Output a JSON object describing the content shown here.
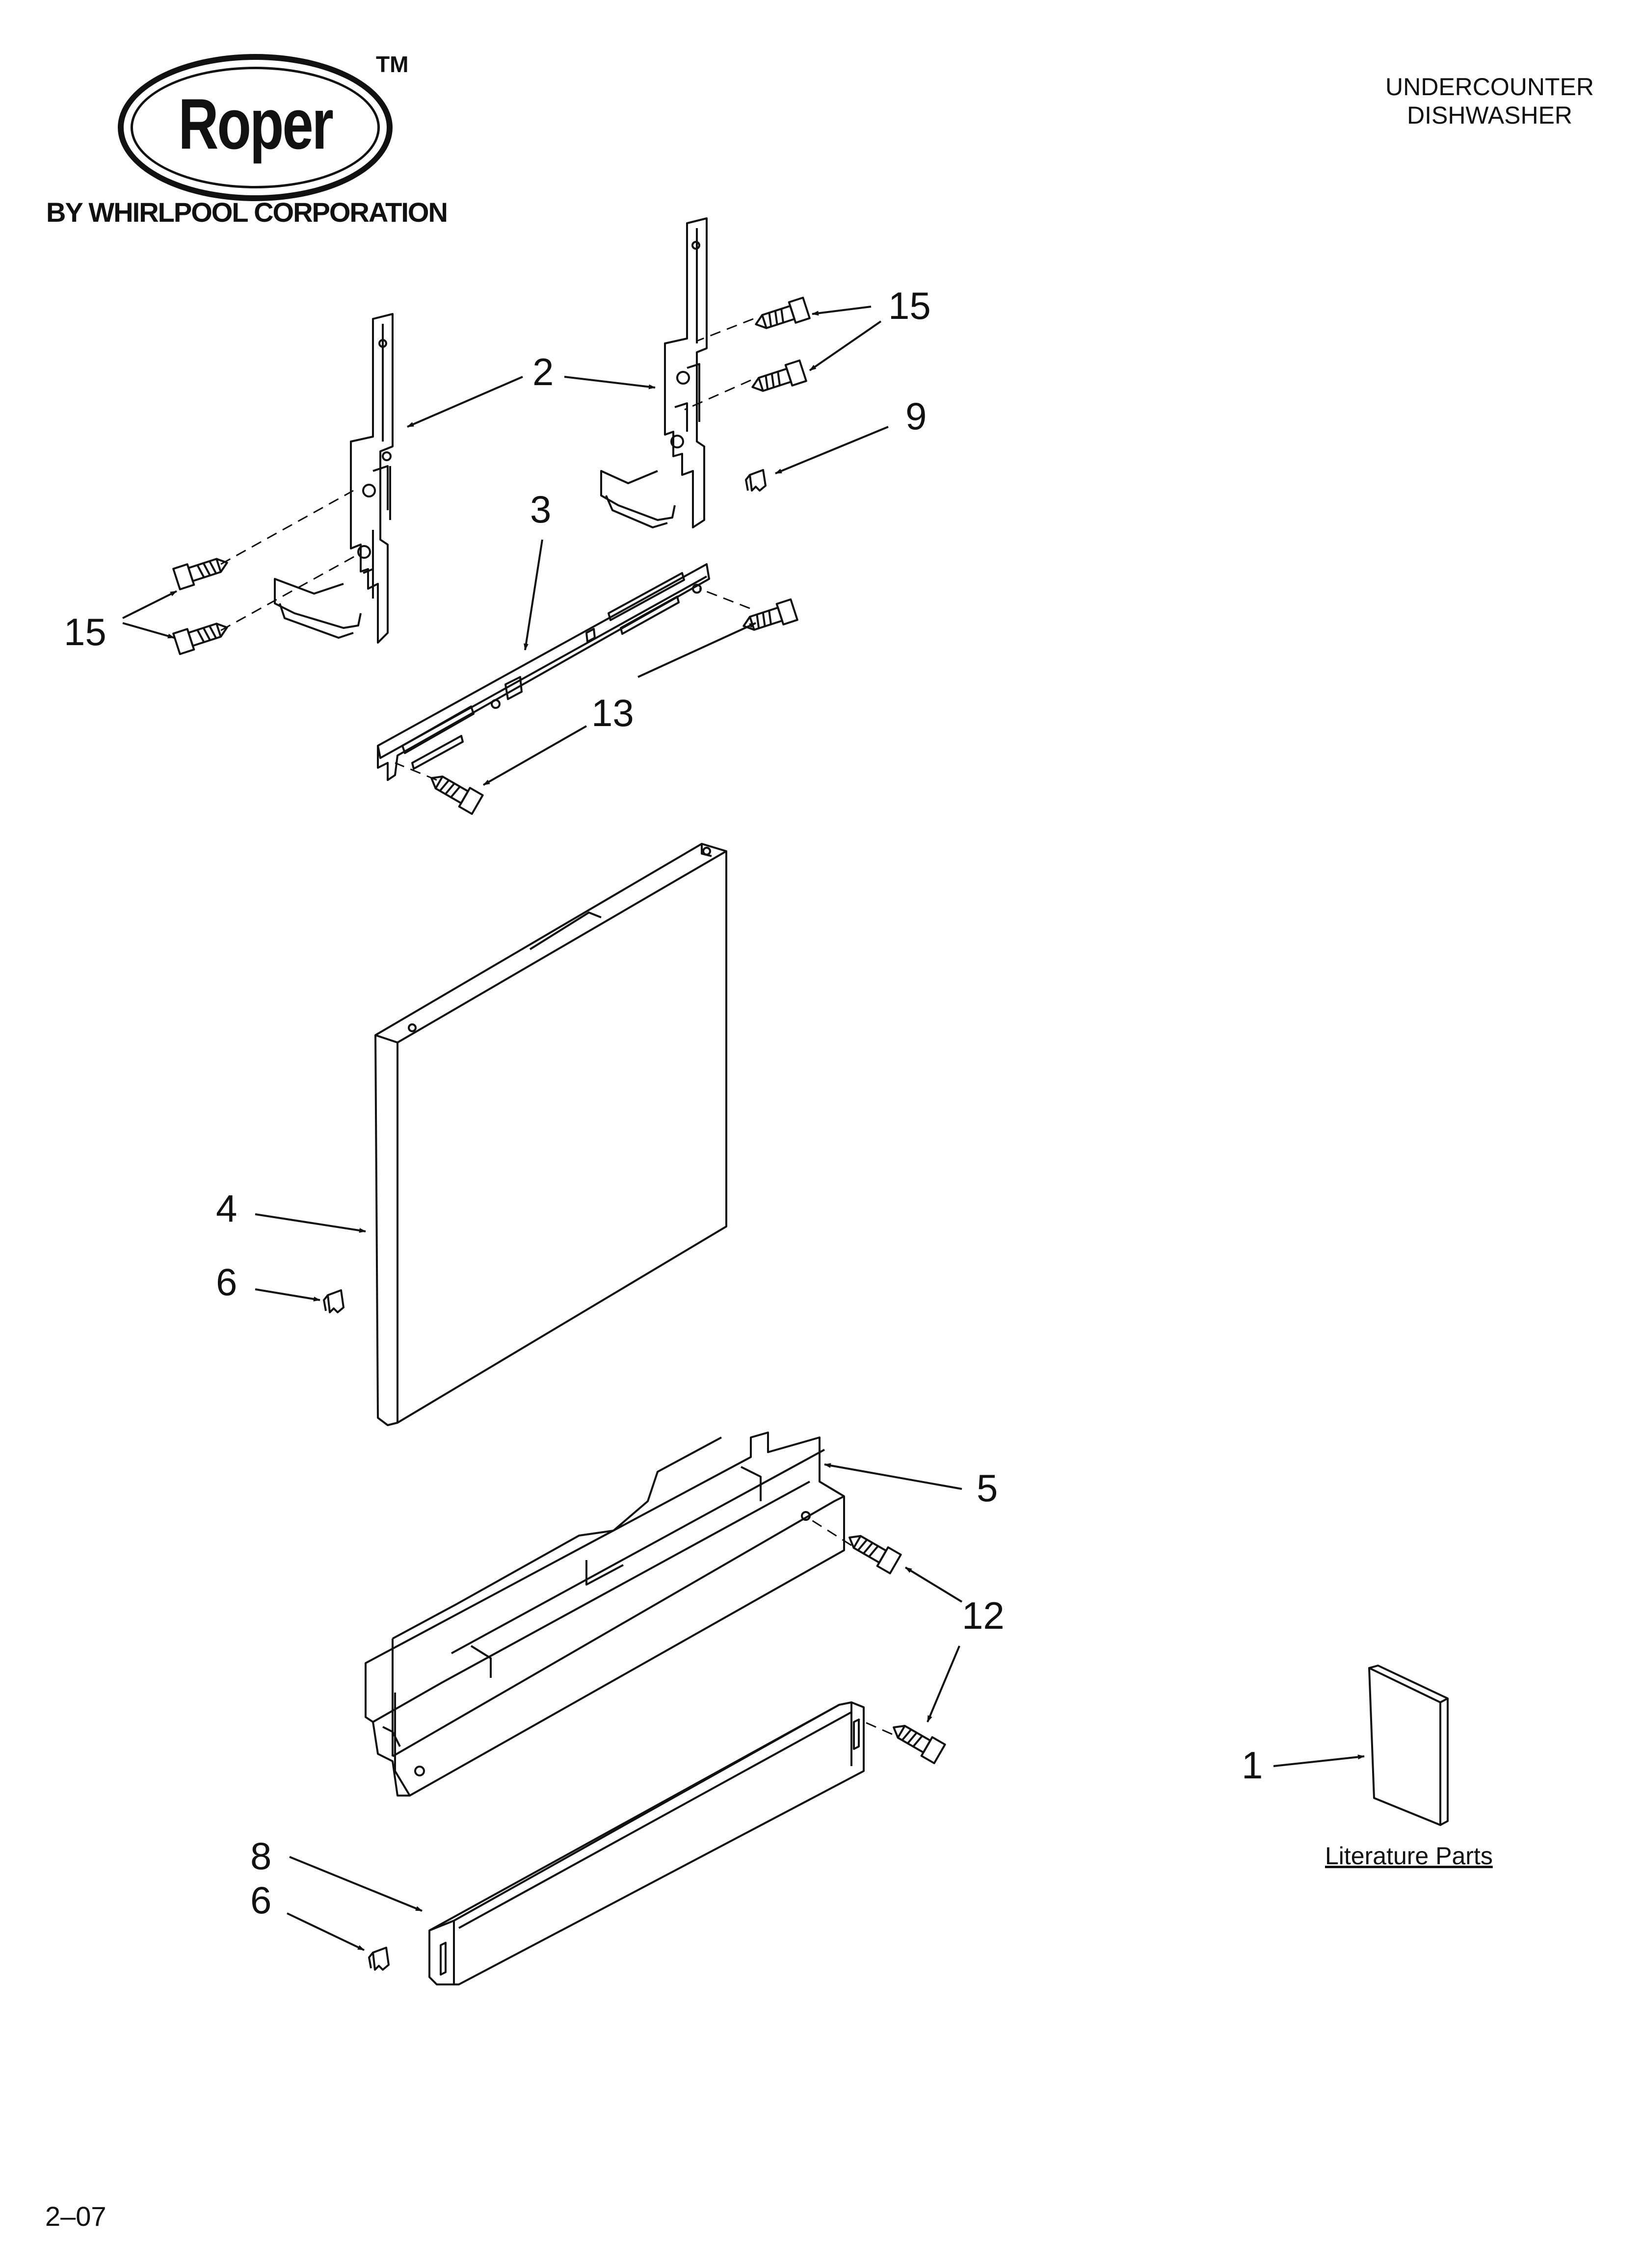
{
  "brand": {
    "logo_word": "Roper",
    "trademark": "TM",
    "byline": "BY WHIRLPOOL CORPORATION"
  },
  "header": {
    "product_line1": "UNDERCOUNTER",
    "product_line2": "DISHWASHER"
  },
  "callouts": {
    "c1": "1",
    "c2": "2",
    "c3": "3",
    "c4": "4",
    "c5": "5",
    "c6a": "6",
    "c6b": "6",
    "c8": "8",
    "c9": "9",
    "c12": "12",
    "c13": "13",
    "c15a": "15",
    "c15b": "15"
  },
  "literature_label": "Literature Parts",
  "footer": {
    "code": "2–07"
  }
}
